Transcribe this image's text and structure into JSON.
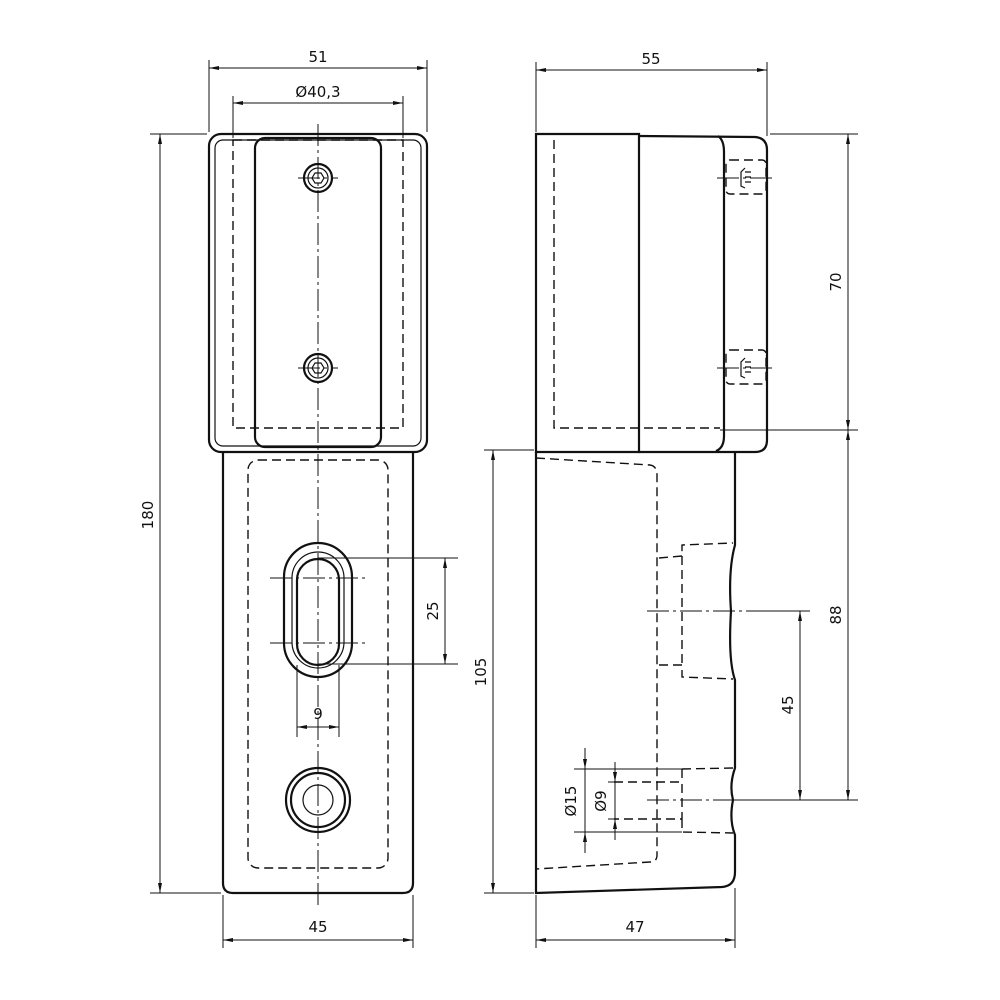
{
  "drawing": {
    "front_view": {
      "width_top": "51",
      "inner_diameter": "Ø40,3",
      "total_height": "180",
      "width_bottom": "45",
      "slot_length": "25",
      "slot_width": "9"
    },
    "side_view": {
      "depth_top": "55",
      "height_top": "70",
      "height_lower": "88",
      "height_bottom_part": "105",
      "hole_offset": "45",
      "depth_bottom": "47",
      "counterbore_diameter": "Ø15",
      "hole_diameter": "Ø9"
    }
  }
}
